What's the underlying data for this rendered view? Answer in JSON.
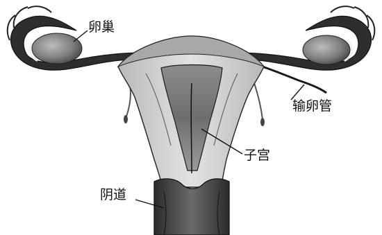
{
  "labels": {
    "ovary": "卵巢",
    "fallopian_tube": "输卵管",
    "uterus": "子宫",
    "vagina": "阴道"
  },
  "colors": {
    "ink": "#1a1a1a",
    "dark_shade": "#3a3a3a",
    "mid_shade": "#8a8a8a",
    "light_shade": "#cfcfcf",
    "background": "#ffffff"
  }
}
